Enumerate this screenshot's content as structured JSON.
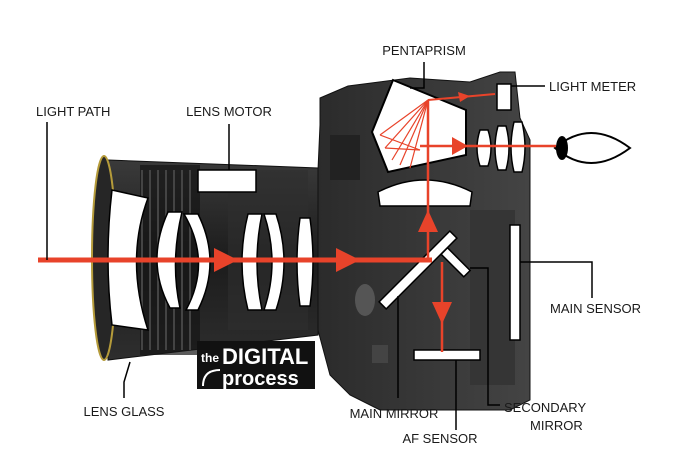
{
  "labels": {
    "pentaprism": "PENTAPRISM",
    "light_meter": "LIGHT METER",
    "light_path": "LIGHT PATH",
    "lens_motor": "LENS MOTOR",
    "main_sensor": "MAIN SENSOR",
    "lens_glass": "LENS GLASS",
    "main_mirror": "MAIN MIRROR",
    "secondary_mirror_line1": "SECONDARY",
    "secondary_mirror_line2": "MIRROR",
    "af_sensor": "AF SENSOR"
  },
  "logo": {
    "the": "the",
    "digital": "DIGITAL",
    "process": "process"
  },
  "colors": {
    "light_ray": "#e8432a",
    "camera_body": "#2a2a2a",
    "lens_body": "#1d1d1d",
    "element_fill": "#ffffff",
    "label_text": "#1a1a1a"
  },
  "icons": [
    "eye-icon"
  ]
}
